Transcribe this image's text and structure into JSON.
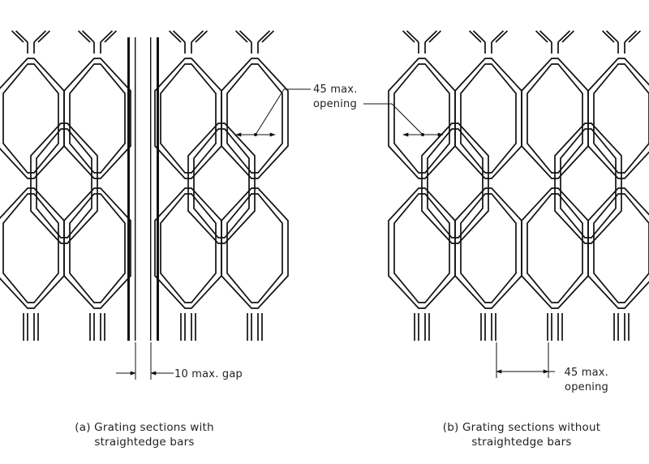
{
  "labels": {
    "opening_a_line1": "45 max.",
    "opening_a_line2": "opening",
    "gap": "10 max. gap",
    "opening_b_line1": "45 max.",
    "opening_b_line2": "opening"
  },
  "captions": {
    "a_line1": "(a) Grating sections with",
    "a_line2": "straightedge bars",
    "b_line1": "(b) Grating sections without",
    "b_line2": "straightedge bars"
  }
}
